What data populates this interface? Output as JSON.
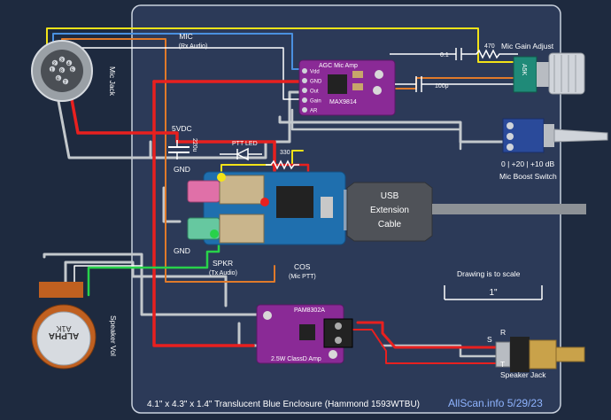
{
  "labels": {
    "mic": "MIC",
    "mic_sub": "(Rx Audio)",
    "mic_gain": "Mic Gain Adjust",
    "cap_01": "0.1",
    "res_470": "470",
    "pot_a5k": "A5K",
    "cap_100p": "100p",
    "max_top": "AGC Mic Amp",
    "max_part": "MAX9814",
    "max_pins": [
      "Vdd",
      "GND",
      "Out",
      "Gain",
      "AR"
    ],
    "vdc": "5VDC",
    "cap_220": "220u",
    "gnd_top": "GND",
    "ptt_led": "PTT LED",
    "res_330": "330",
    "boost_vals": "0 | +20 | +10 dB",
    "boost_switch": "Mic Boost Switch",
    "usb1": "USB",
    "usb2": "Extension",
    "usb3": "Cable",
    "gnd_bottom": "GND",
    "spkr": "SPKR",
    "spkr_sub": "(Tx Audio)",
    "cos": "COS",
    "cos_sub": "(Mic PTT)",
    "scale_note": "Drawing is to scale",
    "scale_len": "1\"",
    "mic_jack": "Mic Jack",
    "speaker_vol": "Speaker Vol",
    "pot_brand": "ALPHA",
    "pot_val": "A1K",
    "pam_top": "PAM8302A",
    "pam_bot": "2.5W ClassD Amp",
    "jack_s": "S",
    "jack_r": "R",
    "jack_t": "T",
    "speaker_jack": "Speaker Jack",
    "enclosure": "4.1\" x 4.3\" x 1.4\" Translucent Blue Enclosure (Hammond 1593WTBU)",
    "credit": "AllScan.info 5/29/23",
    "din_pins": [
      "1",
      "2",
      "3",
      "4",
      "5",
      "6",
      "7",
      "8"
    ]
  },
  "colors": {
    "background": "#1e2a3f",
    "enclosure": "#2c3a58",
    "wire_red": "#e8201f",
    "wire_yellow": "#f2e318",
    "wire_green": "#28d24a",
    "wire_orange": "#e07a2a",
    "wire_gray": "#c3c8cc",
    "wire_blue": "#4a90e0",
    "wire_white": "#ffffff",
    "board_purple": "#8a2a96",
    "board_blue": "#1f6fae",
    "credit": "#8fb4ff"
  }
}
